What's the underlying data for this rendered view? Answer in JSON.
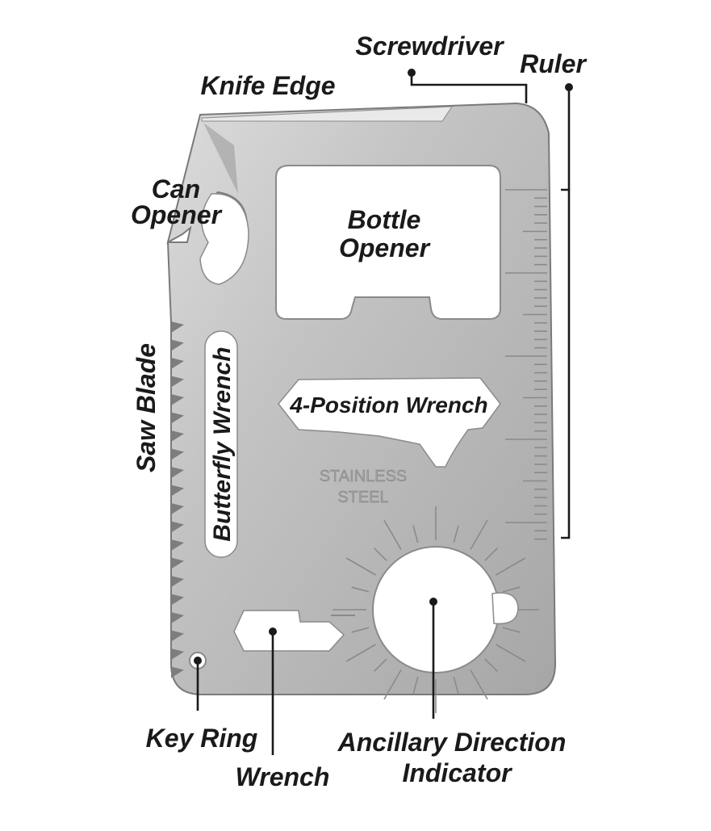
{
  "labels": {
    "screwdriver": "Screwdriver",
    "ruler": "Ruler",
    "knife_edge": "Knife Edge",
    "can_opener_line1": "Can",
    "can_opener_line2": "Opener",
    "bottle_opener_line1": "Bottle",
    "bottle_opener_line2": "Opener",
    "saw_blade": "Saw Blade",
    "butterfly_wrench": "Butterfly Wrench",
    "four_position_wrench": "4-Position Wrench",
    "stainless_line1": "STAINLESS",
    "stainless_line2": "STEEL",
    "key_ring": "Key Ring",
    "wrench": "Wrench",
    "direction_line1": "Ancillary Direction",
    "direction_line2": "Indicator"
  },
  "colors": {
    "steel_light": "#d8d8d8",
    "steel_mid": "#b9b9b9",
    "steel_dark": "#8e8e8e",
    "label": "#1a1a1a",
    "background": "#ffffff"
  }
}
